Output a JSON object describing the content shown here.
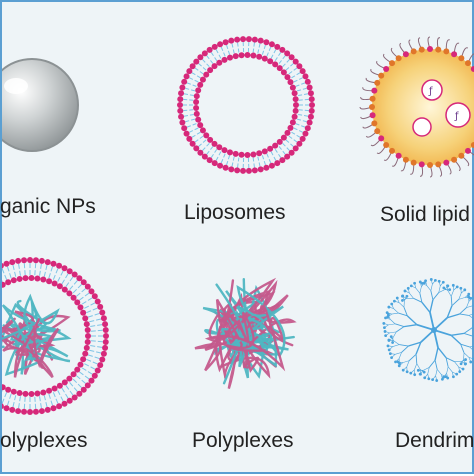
{
  "labels": {
    "inorganic": "ganic NPs",
    "liposomes": "Liposomes",
    "solid_lipid": "Solid lipid",
    "lipopolyplexes": "olyplexes",
    "polyplexes": "Polyplexes",
    "dendrimers": "Dendrim"
  },
  "colors": {
    "border": "#5b9fd2",
    "background": "#eef4f7",
    "lipid_head": "#d6287a",
    "lipid_tail": "#7fc4e6",
    "polymer_teal": "#4fb6c2",
    "polymer_pink": "#c45a8c",
    "sphere_gray": "#b8bcbd",
    "core_yellow": "#f4c75a",
    "dendrimer_blue": "#4aa3dc"
  }
}
